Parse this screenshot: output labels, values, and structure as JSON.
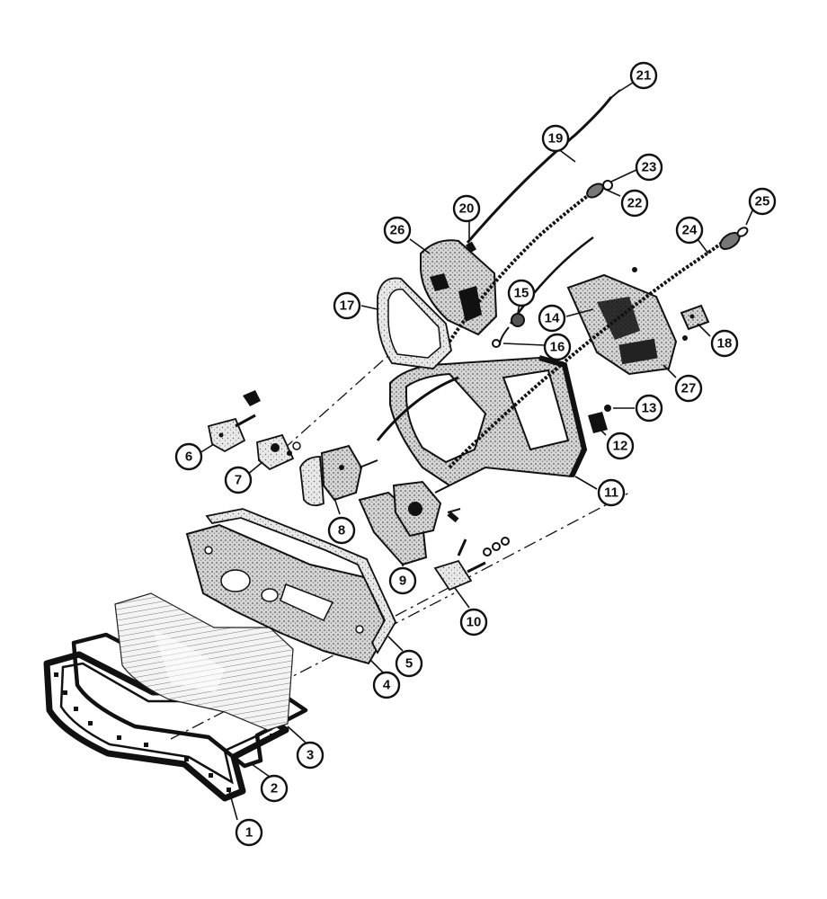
{
  "callouts": [
    "1",
    "2",
    "3",
    "4",
    "5",
    "6",
    "7",
    "8",
    "9",
    "10",
    "11",
    "12",
    "13",
    "14",
    "15",
    "16",
    "17",
    "18",
    "19",
    "20",
    "21",
    "22",
    "23",
    "24",
    "25",
    "26",
    "27"
  ],
  "colors": {
    "ink": "#111111",
    "paper": "#ffffff",
    "stipple": "#9a9a9a"
  }
}
